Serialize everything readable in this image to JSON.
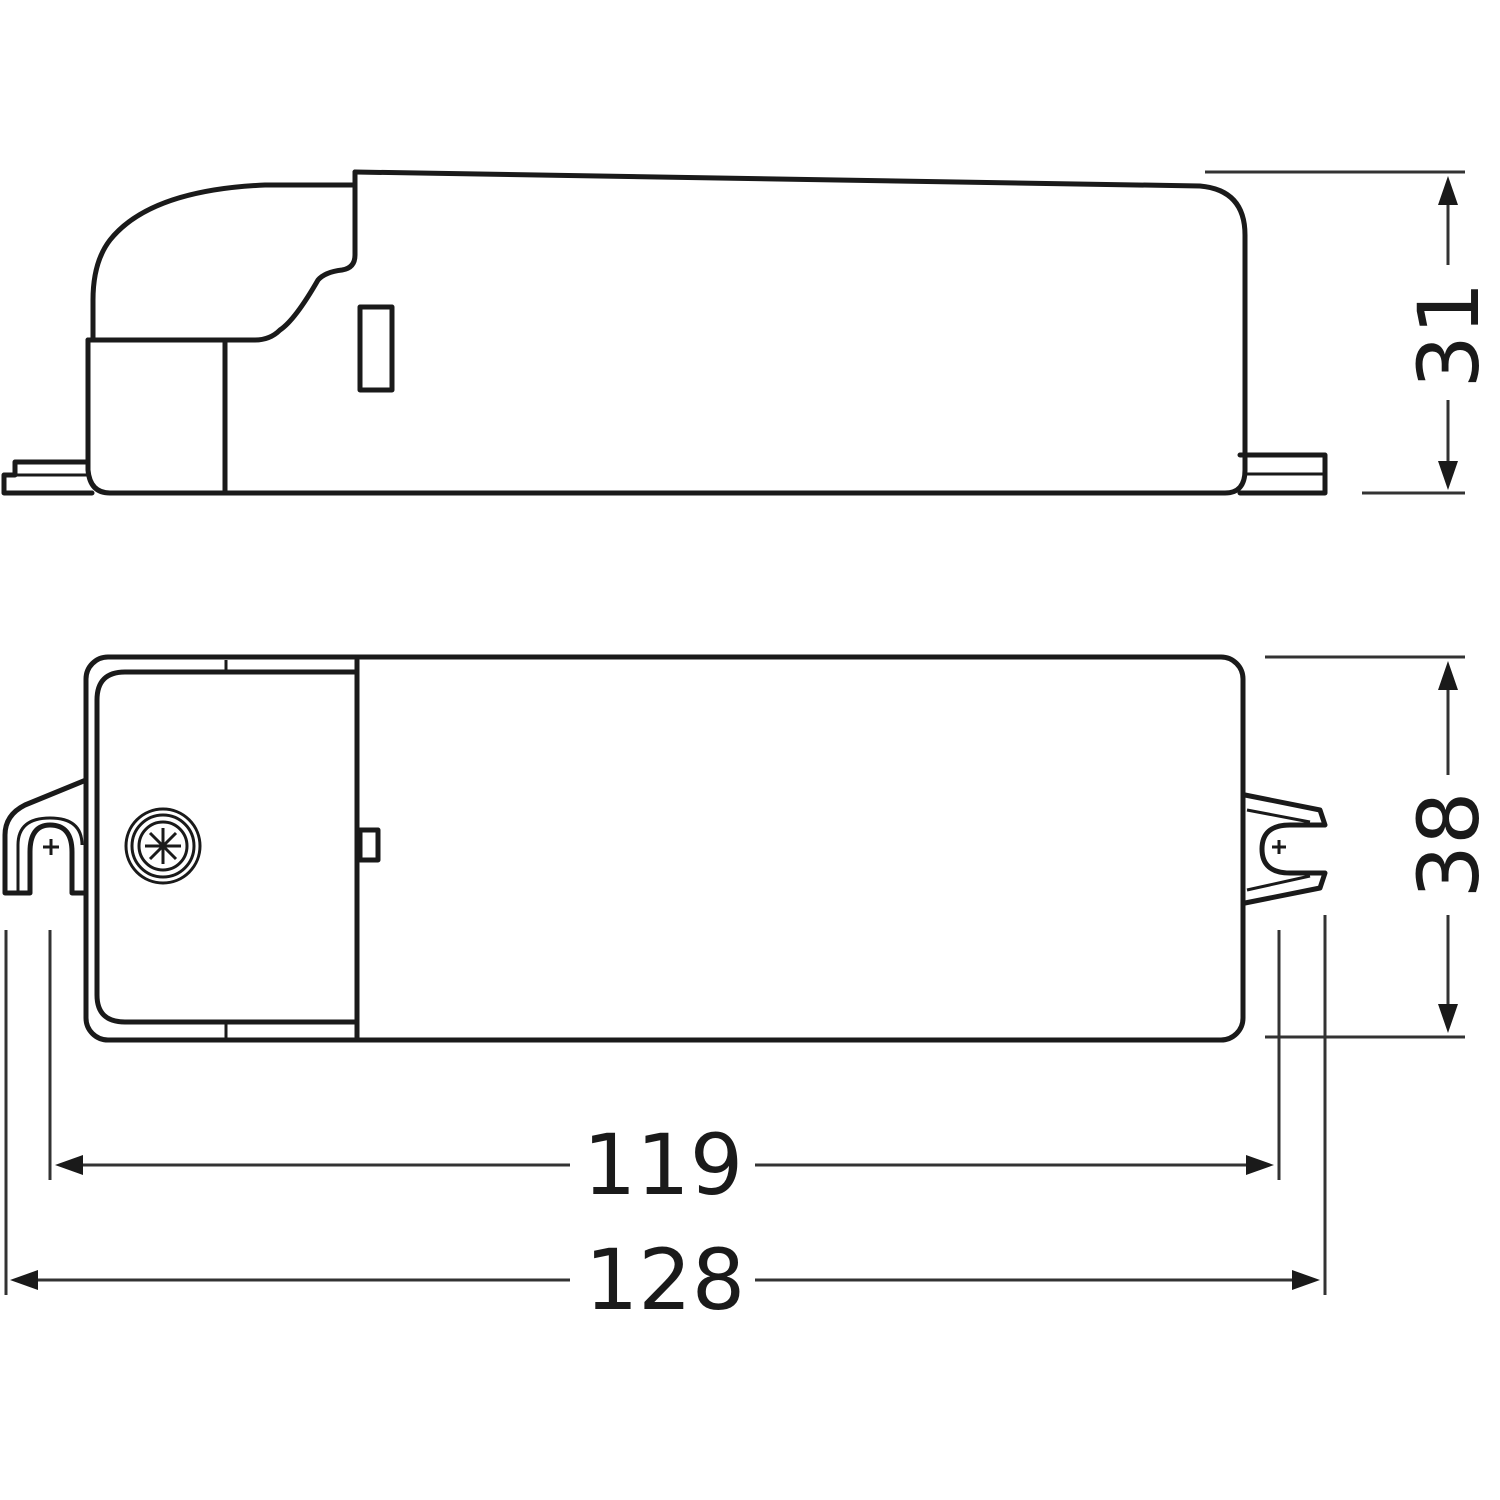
{
  "drawing": {
    "side_view": {
      "height_dimension": "31"
    },
    "top_view": {
      "width_dimension": "38",
      "mounting_hole_distance": "119",
      "overall_length": "128"
    }
  },
  "colors": {
    "line": "#1a1a1a",
    "background": "#ffffff"
  }
}
